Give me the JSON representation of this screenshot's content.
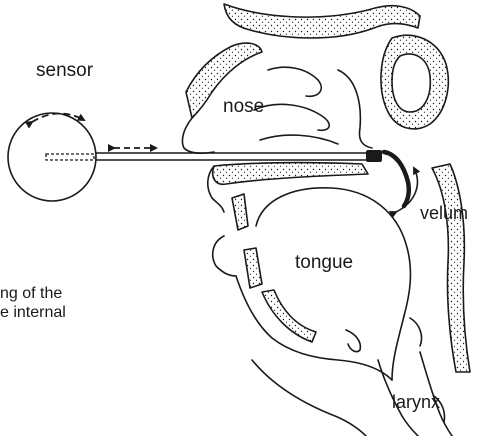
{
  "labels": {
    "sensor": "sensor",
    "nose": "nose",
    "velum": "velum",
    "tongue": "tongue",
    "larynx": "larynx"
  },
  "caption": {
    "line1": "ng of the",
    "line2": "e internal"
  },
  "colors": {
    "ink": "#1a1a1a",
    "background": "#ffffff"
  }
}
